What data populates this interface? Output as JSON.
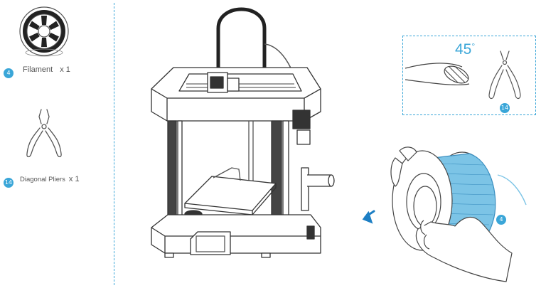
{
  "parts": [
    {
      "badge": "4",
      "name": "Filament",
      "qty": "x 1"
    },
    {
      "badge": "14",
      "name": "Diagonal Pliers",
      "qty": "x 1"
    }
  ],
  "inset": {
    "angle": "45",
    "degree_mark": "°",
    "badge": "14"
  },
  "hand_badge": "4",
  "colors": {
    "accent": "#3aa6d8",
    "filament": "#7cc4e6",
    "line": "#444444"
  }
}
